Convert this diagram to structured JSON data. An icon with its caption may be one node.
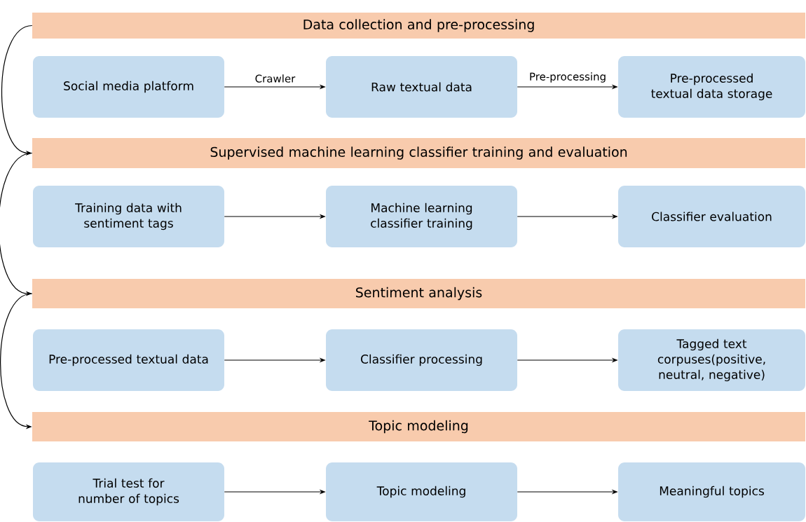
{
  "diagram": {
    "nodes": [
      {
        "text": [
          "Data collection and pre-processing"
        ]
      },
      {
        "text": [
          "Social media platform"
        ]
      },
      {
        "text": [
          "Raw textual data"
        ]
      },
      {
        "text": [
          "Pre-processed textual data storage"
        ]
      },
      {
        "text": [
          "Supervised machine learning classifier training and evaluation"
        ]
      },
      {
        "text": [
          "Training data with sentiment tags"
        ]
      },
      {
        "text": [
          "Machine learning classifier training"
        ]
      },
      {
        "text": [
          "Classifier evaluation"
        ]
      },
      {
        "text": [
          "Sentiment analysis"
        ]
      },
      {
        "text": [
          "Pre-processed textual data"
        ]
      },
      {
        "text": [
          "Classifier processing"
        ]
      },
      {
        "text": [
          "Tagged text corpuses(positive, neutral, negative)"
        ]
      },
      {
        "text": [
          "Topic modeling"
        ]
      },
      {
        "text": [
          "Trial test for number of topics"
        ]
      },
      {
        "text": [
          "Topic modeling"
        ]
      },
      {
        "text": [
          "Meaningful topics"
        ]
      }
    ],
    "edges": [
      {
        "from": 1,
        "to": 2,
        "arrow": "to",
        "label": "Crawler"
      },
      {
        "from": 2,
        "to": 3,
        "arrow": "to",
        "label": "Pre-processing"
      },
      {
        "from": 5,
        "to": 6,
        "arrow": "to"
      },
      {
        "from": 6,
        "to": 7,
        "arrow": "to"
      },
      {
        "from": 9,
        "to": 10,
        "arrow": "to"
      },
      {
        "from": 10,
        "to": 11,
        "arrow": "to"
      },
      {
        "from": 13,
        "to": 14,
        "arrow": "to"
      },
      {
        "from": 14,
        "to": 15,
        "arrow": "to"
      },
      {
        "from": 0,
        "to": 4,
        "arrow": "to"
      },
      {
        "from": 4,
        "to": 8,
        "arrow": "to"
      },
      {
        "from": 8,
        "to": 12,
        "arrow": "to"
      }
    ]
  }
}
